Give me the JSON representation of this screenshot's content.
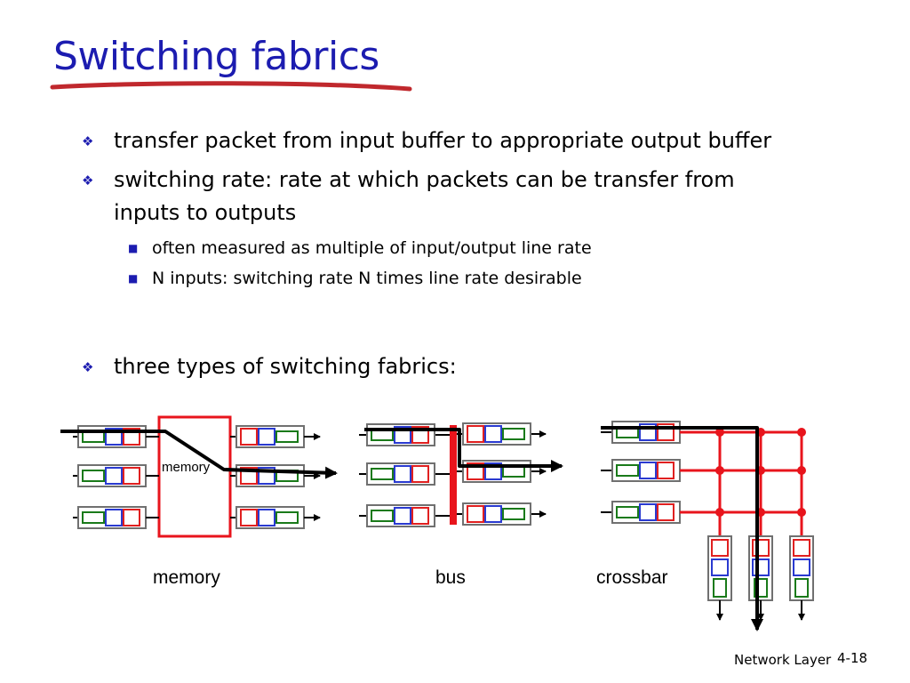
{
  "title": "Switching fabrics",
  "bullets": {
    "b1": "transfer packet from input buffer to appropriate output buffer",
    "b2_line1": "switching rate: rate at which packets can be transfer from",
    "b2_line2": "inputs to outputs",
    "b2_sub1": "often measured as multiple of input/output line rate",
    "b2_sub2": "N inputs: switching rate N times line rate desirable",
    "b3": "three types of switching fabrics:"
  },
  "diagram": {
    "memory_box_label": "memory",
    "memory_caption": "memory",
    "bus_caption": "bus",
    "crossbar_caption": "crossbar"
  },
  "footer": {
    "section": "Network Layer",
    "page": "4-18"
  },
  "colors": {
    "title": "#1c1cb0",
    "underline": "#c0282d",
    "fabric_red": "#e8141c",
    "cell_green": "#1a7a1a",
    "cell_blue": "#2a3ad0",
    "cell_red": "#e02020",
    "buffer_border": "#707070"
  }
}
